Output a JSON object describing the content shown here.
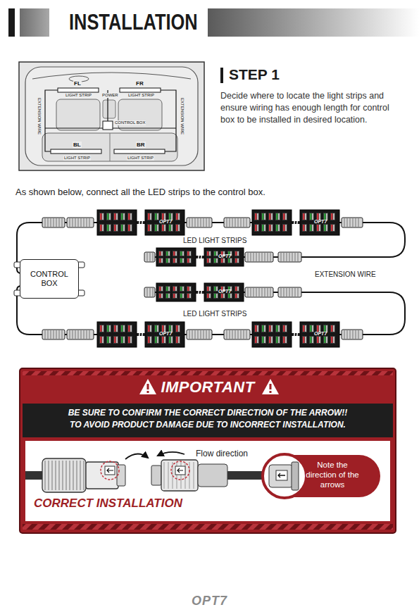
{
  "diagram": {
    "title": "INSTALLATION",
    "nodes": [
      {
        "text": [
          "CONTROL BOX"
        ]
      },
      {
        "text": [
          "IMPORTANT",
          "BE SURE TO CONFIRM THE CORRECT DIRECTION OF THE ARROW!! TO AVOID PRODUCT DAMAGE DUE TO INCORRECT INSTALLATION."
        ]
      },
      {
        "text": [
          "CORRECT INSTALLATION"
        ],
        "in": 1
      },
      {
        "text": [
          "Note the direction of the arrows"
        ],
        "in": 2
      }
    ],
    "labels": [
      "STEP 1",
      "Decide where to locate the light strips and ensure wiring has enough length for control box to be installed in desired location.",
      "FL",
      "FR",
      "LIGHT STRIP",
      "POWER",
      "LIGHT STRIP",
      "EXTENSION WIRE",
      "CONTROL BOX",
      "EXTENSION WIRE",
      "BL",
      "BR",
      "LIGHT STRIP",
      "LIGHT STRIP",
      "As shown below, connect all the LED strips to the control box.",
      "OPT7",
      "OPT7",
      "OPT7",
      "OPT7",
      "OPT7",
      "OPT7",
      "LED LIGHT STRIPS",
      "EXTENSION WIRE",
      "LED LIGHT STRIPS",
      "Flow direction",
      "OPT7"
    ]
  }
}
